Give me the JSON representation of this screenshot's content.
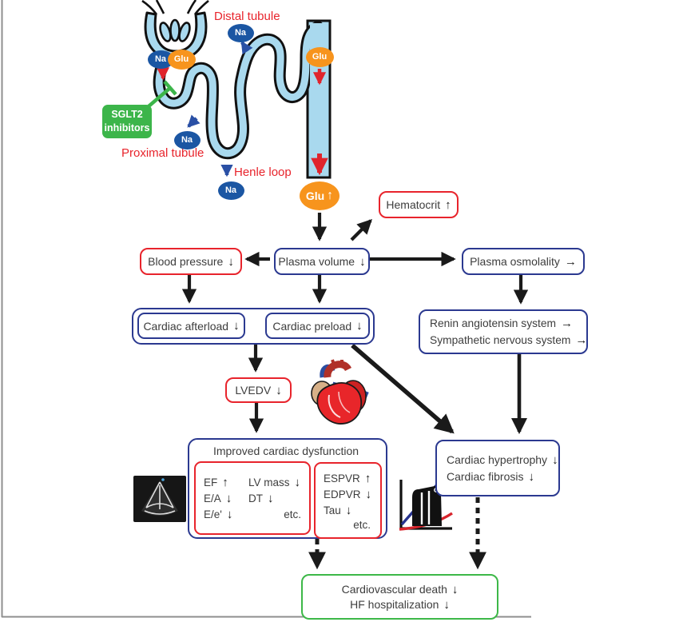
{
  "figure": {
    "nephron": {
      "labels": {
        "distal_tubule": "Distal tubule",
        "proximal_tubule": "Proximal tubule",
        "henle_loop": "Henle loop"
      },
      "sglt2_box": {
        "line1": "SGLT2",
        "line2": "inhibitors"
      },
      "markers": {
        "na": "Na",
        "glu": "Glu",
        "glu_up": {
          "label": "Glu",
          "arrow": "↑"
        }
      },
      "colors": {
        "tubule_fill": "#a9d9ee",
        "na_fill": "#1b56a3",
        "glu_fill": "#f7941d",
        "label_red": "#e8242c",
        "sglt2_green": "#3cb54a"
      }
    },
    "nodes": {
      "hematocrit": {
        "label": "Hematocrit",
        "arrow": "↑"
      },
      "blood_pressure": {
        "label": "Blood pressure",
        "arrow": "↓"
      },
      "plasma_volume": {
        "label": "Plasma volume",
        "arrow": "↓"
      },
      "plasma_osmolality": {
        "label": "Plasma osmolality",
        "arrow": "→"
      },
      "cardiac_afterload": {
        "label": "Cardiac afterload",
        "arrow": "↓"
      },
      "cardiac_preload": {
        "label": "Cardiac preload",
        "arrow": "↓"
      },
      "raas": {
        "rows": [
          {
            "label": "Renin angiotensin system",
            "arrow": "→"
          },
          {
            "label": "Sympathetic nervous system",
            "arrow": "→"
          }
        ]
      },
      "lvedv": {
        "label": "LVEDV",
        "arrow": "↓"
      },
      "improved": {
        "title": "Improved cardiac dysfunction",
        "left_panel": {
          "rows": [
            [
              {
                "label": "EF",
                "arrow": "↑"
              },
              {
                "label": "LV mass",
                "arrow": "↓"
              }
            ],
            [
              {
                "label": "E/A",
                "arrow": "↓"
              },
              {
                "label": "DT",
                "arrow": "↓"
              }
            ],
            [
              {
                "label": "E/e'",
                "arrow": "↓"
              }
            ]
          ],
          "etc": "etc."
        },
        "right_panel": {
          "rows": [
            {
              "label": "ESPVR",
              "arrow": "↑"
            },
            {
              "label": "EDPVR",
              "arrow": "↓"
            },
            {
              "label": "Tau",
              "arrow": "↓"
            }
          ],
          "etc": "etc."
        }
      },
      "remodeling": {
        "rows": [
          {
            "label": "Cardiac hypertrophy",
            "arrow": "↓"
          },
          {
            "label": "Cardiac fibrosis",
            "arrow": "↓"
          }
        ]
      },
      "outcomes": {
        "rows": [
          {
            "label": "Cardiovascular death",
            "arrow": "↓"
          },
          {
            "label": "HF hospitalization",
            "arrow": "↓"
          }
        ]
      }
    },
    "colors": {
      "red_border": "#e8242c",
      "blue_border": "#2b3990",
      "green_border": "#3db848",
      "arrow_black": "#1a1a1a"
    }
  }
}
